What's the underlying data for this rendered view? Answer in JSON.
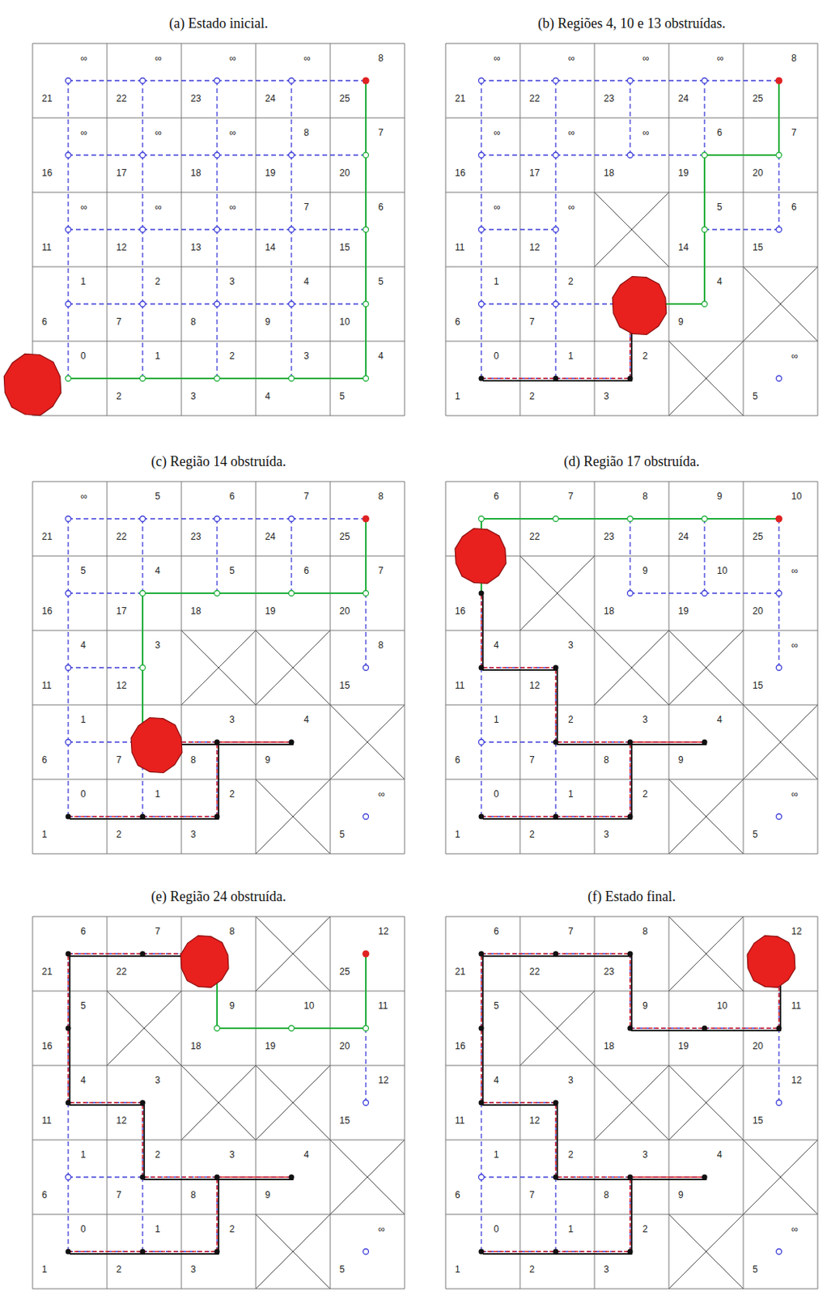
{
  "diagram": {
    "nodes": [
      {
        "text": [
          "(a) Estado inicial."
        ]
      },
      {
        "text": [
          "∞",
          "21"
        ],
        "in": 0
      },
      {
        "text": [
          "∞",
          "22"
        ],
        "in": 0
      },
      {
        "text": [
          "∞",
          "23"
        ],
        "in": 0
      },
      {
        "text": [
          "∞",
          "24"
        ],
        "in": 0
      },
      {
        "text": [
          "8",
          "25"
        ],
        "in": 0
      },
      {
        "text": [
          "∞",
          "16"
        ],
        "in": 0
      },
      {
        "text": [
          "∞",
          "17"
        ],
        "in": 0
      },
      {
        "text": [
          "∞",
          "18"
        ],
        "in": 0
      },
      {
        "text": [
          "8",
          "19"
        ],
        "in": 0
      },
      {
        "text": [
          "7",
          "20"
        ],
        "in": 0
      },
      {
        "text": [
          "∞",
          "11"
        ],
        "in": 0
      },
      {
        "text": [
          "∞",
          "12"
        ],
        "in": 0
      },
      {
        "text": [
          "∞",
          "13"
        ],
        "in": 0
      },
      {
        "text": [
          "7",
          "14"
        ],
        "in": 0
      },
      {
        "text": [
          "6",
          "15"
        ],
        "in": 0
      },
      {
        "text": [
          "1",
          "6"
        ],
        "in": 0
      },
      {
        "text": [
          "2",
          "7"
        ],
        "in": 0
      },
      {
        "text": [
          "3",
          "8"
        ],
        "in": 0
      },
      {
        "text": [
          "4",
          "9"
        ],
        "in": 0
      },
      {
        "text": [
          "5",
          "10"
        ],
        "in": 0
      },
      {
        "text": [
          "0"
        ],
        "in": 0
      },
      {
        "text": [
          "1",
          "2"
        ],
        "in": 0
      },
      {
        "text": [
          "2",
          "3"
        ],
        "in": 0
      },
      {
        "text": [
          "3",
          "4"
        ],
        "in": 0
      },
      {
        "text": [
          "4",
          "5"
        ],
        "in": 0
      },
      {
        "text": [
          "(b) Regiões 4, 10 e 13 obstruídas."
        ]
      },
      {
        "text": [
          "∞",
          "21"
        ],
        "in": 26
      },
      {
        "text": [
          "∞",
          "22"
        ],
        "in": 26
      },
      {
        "text": [
          "∞",
          "23"
        ],
        "in": 26
      },
      {
        "text": [
          "∞",
          "24"
        ],
        "in": 26
      },
      {
        "text": [
          "8",
          "25"
        ],
        "in": 26
      },
      {
        "text": [
          "∞",
          "16"
        ],
        "in": 26
      },
      {
        "text": [
          "∞",
          "17"
        ],
        "in": 26
      },
      {
        "text": [
          "∞",
          "18"
        ],
        "in": 26
      },
      {
        "text": [
          "6",
          "19"
        ],
        "in": 26
      },
      {
        "text": [
          "7",
          "20"
        ],
        "in": 26
      },
      {
        "text": [
          "∞",
          "11"
        ],
        "in": 26
      },
      {
        "text": [
          "∞",
          "12"
        ],
        "in": 26
      },
      {
        "text": [
          "5",
          "14"
        ],
        "in": 26
      },
      {
        "text": [
          "6",
          "15"
        ],
        "in": 26
      },
      {
        "text": [
          "1",
          "6"
        ],
        "in": 26
      },
      {
        "text": [
          "2",
          "7"
        ],
        "in": 26
      },
      {
        "text": [
          "4",
          "9"
        ],
        "in": 26
      },
      {
        "text": [
          "0",
          "1"
        ],
        "in": 26
      },
      {
        "text": [
          "1",
          "2"
        ],
        "in": 26
      },
      {
        "text": [
          "2",
          "3"
        ],
        "in": 26
      },
      {
        "text": [
          "∞",
          "5"
        ],
        "in": 26
      },
      {
        "text": [
          "(c) Região 14 obstruída."
        ]
      },
      {
        "text": [
          "∞",
          "21"
        ],
        "in": 48
      },
      {
        "text": [
          "5",
          "22"
        ],
        "in": 48
      },
      {
        "text": [
          "6",
          "23"
        ],
        "in": 48
      },
      {
        "text": [
          "7",
          "24"
        ],
        "in": 48
      },
      {
        "text": [
          "8",
          "25"
        ],
        "in": 48
      },
      {
        "text": [
          "5",
          "16"
        ],
        "in": 48
      },
      {
        "text": [
          "4",
          "17"
        ],
        "in": 48
      },
      {
        "text": [
          "5",
          "18"
        ],
        "in": 48
      },
      {
        "text": [
          "6",
          "19"
        ],
        "in": 48
      },
      {
        "text": [
          "7",
          "20"
        ],
        "in": 48
      },
      {
        "text": [
          "4",
          "11"
        ],
        "in": 48
      },
      {
        "text": [
          "3",
          "12"
        ],
        "in": 48
      },
      {
        "text": [
          "8",
          "15"
        ],
        "in": 48
      },
      {
        "text": [
          "1",
          "6"
        ],
        "in": 48
      },
      {
        "text": [
          "7"
        ],
        "in": 48
      },
      {
        "text": [
          "3",
          "8"
        ],
        "in": 48
      },
      {
        "text": [
          "4",
          "9"
        ],
        "in": 48
      },
      {
        "text": [
          "0",
          "1"
        ],
        "in": 48
      },
      {
        "text": [
          "1",
          "2"
        ],
        "in": 48
      },
      {
        "text": [
          "2",
          "3"
        ],
        "in": 48
      },
      {
        "text": [
          "∞",
          "5"
        ],
        "in": 48
      },
      {
        "text": [
          "(d) Região 17 obstruída."
        ]
      },
      {
        "text": [
          "6"
        ],
        "in": 70
      },
      {
        "text": [
          "7",
          "22"
        ],
        "in": 70
      },
      {
        "text": [
          "8",
          "23"
        ],
        "in": 70
      },
      {
        "text": [
          "9",
          "24"
        ],
        "in": 70
      },
      {
        "text": [
          "10",
          "25"
        ],
        "in": 70
      },
      {
        "text": [
          "16"
        ],
        "in": 70
      },
      {
        "text": [
          "9",
          "18"
        ],
        "in": 70
      },
      {
        "text": [
          "10",
          "19"
        ],
        "in": 70
      },
      {
        "text": [
          "∞",
          "20"
        ],
        "in": 70
      },
      {
        "text": [
          "4",
          "11"
        ],
        "in": 70
      },
      {
        "text": [
          "3",
          "12"
        ],
        "in": 70
      },
      {
        "text": [
          "∞",
          "15"
        ],
        "in": 70
      },
      {
        "text": [
          "1",
          "6"
        ],
        "in": 70
      },
      {
        "text": [
          "2",
          "7"
        ],
        "in": 70
      },
      {
        "text": [
          "3",
          "8"
        ],
        "in": 70
      },
      {
        "text": [
          "4",
          "9"
        ],
        "in": 70
      },
      {
        "text": [
          "0",
          "1"
        ],
        "in": 70
      },
      {
        "text": [
          "1",
          "2"
        ],
        "in": 70
      },
      {
        "text": [
          "2",
          "3"
        ],
        "in": 70
      },
      {
        "text": [
          "∞",
          "5"
        ],
        "in": 70
      },
      {
        "text": [
          "(e) Região 24 obstruída."
        ]
      },
      {
        "text": [
          "6",
          "21"
        ],
        "in": 91
      },
      {
        "text": [
          "7",
          "22"
        ],
        "in": 91
      },
      {
        "text": [
          "8"
        ],
        "in": 91
      },
      {
        "text": [
          "12",
          "25"
        ],
        "in": 91
      },
      {
        "text": [
          "5",
          "16"
        ],
        "in": 91
      },
      {
        "text": [
          "9",
          "18"
        ],
        "in": 91
      },
      {
        "text": [
          "10",
          "19"
        ],
        "in": 91
      },
      {
        "text": [
          "11",
          "20"
        ],
        "in": 91
      },
      {
        "text": [
          "4",
          "11"
        ],
        "in": 91
      },
      {
        "text": [
          "3",
          "12"
        ],
        "in": 91
      },
      {
        "text": [
          "12",
          "15"
        ],
        "in": 91
      },
      {
        "text": [
          "1",
          "6"
        ],
        "in": 91
      },
      {
        "text": [
          "2",
          "7"
        ],
        "in": 91
      },
      {
        "text": [
          "3",
          "8"
        ],
        "in": 91
      },
      {
        "text": [
          "4",
          "9"
        ],
        "in": 91
      },
      {
        "text": [
          "0",
          "1"
        ],
        "in": 91
      },
      {
        "text": [
          "1",
          "2"
        ],
        "in": 91
      },
      {
        "text": [
          "2",
          "3"
        ],
        "in": 91
      },
      {
        "text": [
          "∞",
          "5"
        ],
        "in": 91
      },
      {
        "text": [
          "(f) Estado final."
        ]
      },
      {
        "text": [
          "6",
          "21"
        ],
        "in": 111
      },
      {
        "text": [
          "7",
          "22"
        ],
        "in": 111
      },
      {
        "text": [
          "8",
          "23"
        ],
        "in": 111
      },
      {
        "text": [
          "12"
        ],
        "in": 111
      },
      {
        "text": [
          "5",
          "16"
        ],
        "in": 111
      },
      {
        "text": [
          "9",
          "18"
        ],
        "in": 111
      },
      {
        "text": [
          "10",
          "19"
        ],
        "in": 111
      },
      {
        "text": [
          "11",
          "20"
        ],
        "in": 111
      },
      {
        "text": [
          "4",
          "11"
        ],
        "in": 111
      },
      {
        "text": [
          "3",
          "12"
        ],
        "in": 111
      },
      {
        "text": [
          "12",
          "15"
        ],
        "in": 111
      },
      {
        "text": [
          "1",
          "6"
        ],
        "in": 111
      },
      {
        "text": [
          "2",
          "7"
        ],
        "in": 111
      },
      {
        "text": [
          "3",
          "8"
        ],
        "in": 111
      },
      {
        "text": [
          "4",
          "9"
        ],
        "in": 111
      },
      {
        "text": [
          "0",
          "1"
        ],
        "in": 111
      },
      {
        "text": [
          "1",
          "2"
        ],
        "in": 111
      },
      {
        "text": [
          "2",
          "3"
        ],
        "in": 111
      },
      {
        "text": [
          "∞",
          "5"
        ],
        "in": 111
      }
    ]
  }
}
